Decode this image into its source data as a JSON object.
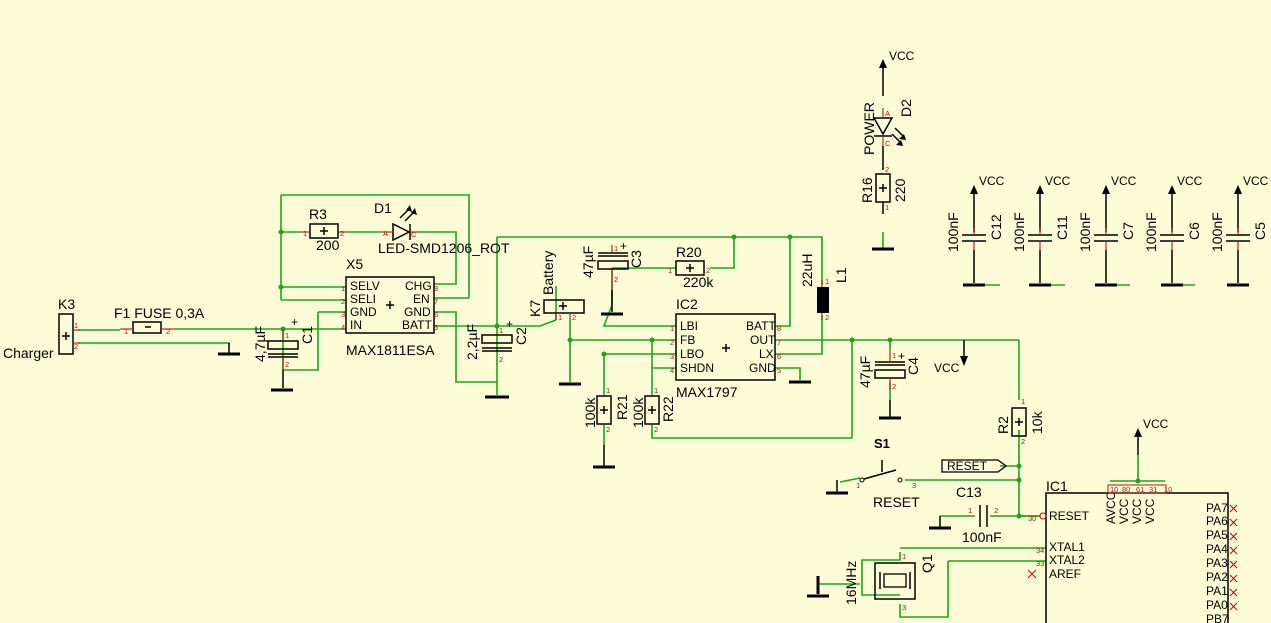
{
  "schematic": {
    "k3": {
      "ref": "K3",
      "label": "Charger"
    },
    "f1": {
      "label": "F1 FUSE 0,3A"
    },
    "c1": {
      "ref": "C1",
      "value": "4,7µF"
    },
    "r3": {
      "ref": "R3",
      "value": "200"
    },
    "d1": {
      "ref": "D1",
      "value": "LED-SMD1206_ROT"
    },
    "x5": {
      "ref": "X5",
      "value": "MAX1811ESA",
      "pins_left": [
        "SELV",
        "SELI",
        "GND",
        "IN"
      ],
      "pins_right": [
        "CHG",
        "EN",
        "GND",
        "BATT"
      ],
      "pin_numbers_left": [
        "1",
        "2",
        "3",
        "4"
      ],
      "pin_numbers_right": [
        "8",
        "7",
        "6",
        "5"
      ]
    },
    "c2": {
      "ref": "C2",
      "value": "2,2µF"
    },
    "k7": {
      "ref": "K7",
      "label": "Battery"
    },
    "c3": {
      "ref": "C3",
      "value": "47µF"
    },
    "r20": {
      "ref": "R20",
      "value": "220k"
    },
    "l1": {
      "ref": "L1",
      "value": "22uH"
    },
    "ic2": {
      "ref": "IC2",
      "value": "MAX1797",
      "pins_left": [
        "LBI",
        "FB",
        "LBO",
        "SHDN"
      ],
      "pins_right": [
        "BATT",
        "OUT",
        "LX",
        "GND"
      ],
      "pin_numbers_left": [
        "1",
        "2",
        "3",
        "4"
      ],
      "pin_numbers_right": [
        "8",
        "7",
        "6",
        "5"
      ]
    },
    "r21": {
      "ref": "R21",
      "value": "100k"
    },
    "r22": {
      "ref": "R22",
      "value": "100k"
    },
    "c4": {
      "ref": "C4",
      "value": "47µF"
    },
    "vcc_label": "VCC",
    "r2": {
      "ref": "R2",
      "value": "10k"
    },
    "s1": {
      "ref": "S1",
      "value": "RESET"
    },
    "reset_net": "RESET",
    "c13": {
      "ref": "C13",
      "value": "100nF"
    },
    "q1": {
      "ref": "Q1",
      "value": "16MHz"
    },
    "ic1": {
      "ref": "IC1",
      "pins_top": [
        "AVCC",
        "VCC",
        "VCC",
        "VCC"
      ],
      "pin_numbers_top": [
        "10",
        "80",
        "61",
        "31",
        "10"
      ],
      "reset_pin": "RESET",
      "reset_pin_num": "30",
      "xtal_pins": [
        "XTAL1",
        "XTAL2",
        "AREF"
      ],
      "xtal_pin_nums": [
        "34",
        "33",
        ""
      ],
      "port_pins": [
        "PA7",
        "PA6",
        "PA5",
        "PA4",
        "PA3",
        "PA2",
        "PA1",
        "PA0",
        "PB7"
      ]
    },
    "d2": {
      "ref": "D2",
      "value": "POWER"
    },
    "r16": {
      "ref": "R16",
      "value": "220"
    },
    "decoupling": [
      {
        "ref": "C12",
        "value": "100nF"
      },
      {
        "ref": "C11",
        "value": "100nF"
      },
      {
        "ref": "C7",
        "value": "100nF"
      },
      {
        "ref": "C6",
        "value": "100nF"
      },
      {
        "ref": "C5",
        "value": "100nF"
      }
    ]
  },
  "colors": {
    "background": "#fcfdd6",
    "wire": "#1fa31f",
    "pin": "#b31414",
    "symbol": "#000000"
  }
}
